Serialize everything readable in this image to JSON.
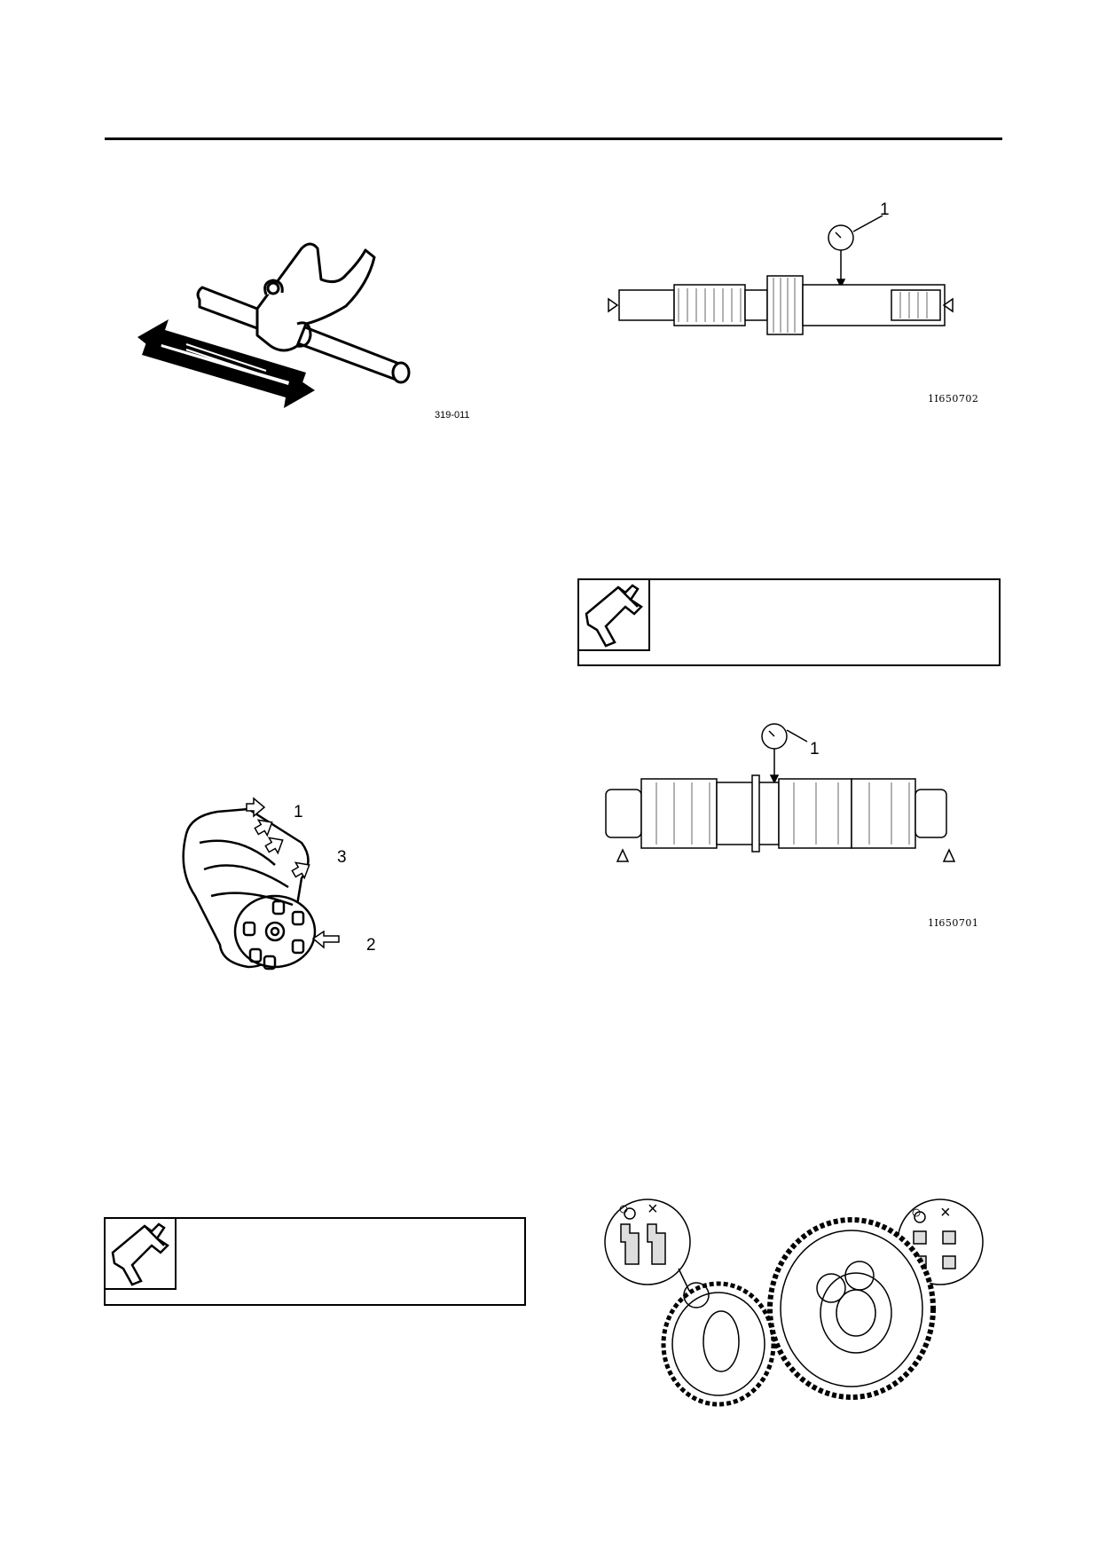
{
  "figures": {
    "shift_fork": {
      "code": "319-011"
    },
    "main_axle": {
      "code": "1I650702",
      "callout": "1"
    },
    "shift_drum": {
      "callouts": [
        "1",
        "2",
        "3"
      ]
    },
    "drive_axle": {
      "code": "1I650701",
      "callout": "1"
    },
    "gears": {
      "symbols": [
        "○",
        "×",
        "○",
        "×"
      ]
    }
  },
  "icons": {
    "spec_box": "vernier-caliper-icon"
  }
}
